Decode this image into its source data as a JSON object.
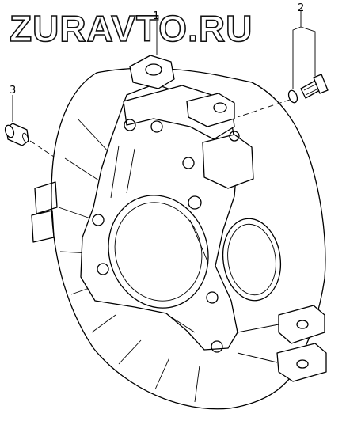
{
  "watermark": {
    "text": "ZURAVTO.RU"
  },
  "callouts": [
    {
      "id": "1",
      "label": "1"
    },
    {
      "id": "2",
      "label": "2"
    },
    {
      "id": "3",
      "label": "3"
    }
  ],
  "colors": {
    "line": "#000000",
    "background": "#ffffff"
  }
}
